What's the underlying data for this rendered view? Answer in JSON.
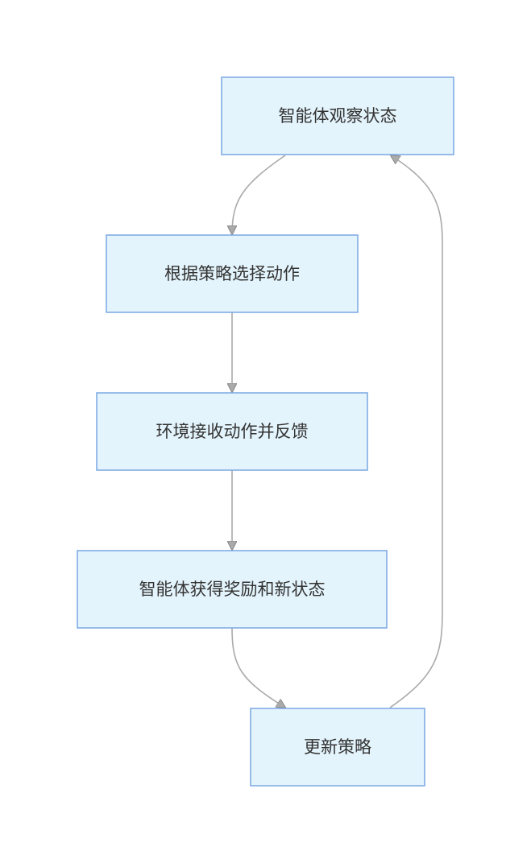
{
  "diagram": {
    "type": "flowchart",
    "nodes": [
      {
        "id": "observe",
        "label": "智能体观察状态"
      },
      {
        "id": "select",
        "label": "根据策略选择动作"
      },
      {
        "id": "env",
        "label": "环境接收动作并反馈"
      },
      {
        "id": "reward",
        "label": "智能体获得奖励和新状态"
      },
      {
        "id": "update",
        "label": "更新策略"
      }
    ],
    "edges": [
      {
        "from": "observe",
        "to": "select"
      },
      {
        "from": "select",
        "to": "env"
      },
      {
        "from": "env",
        "to": "reward"
      },
      {
        "from": "reward",
        "to": "update"
      },
      {
        "from": "update",
        "to": "observe"
      }
    ],
    "colors": {
      "node_fill": "#e4f4fc",
      "node_border": "#7aa7e3",
      "edge": "#aaaaaa",
      "text": "#333333"
    }
  }
}
